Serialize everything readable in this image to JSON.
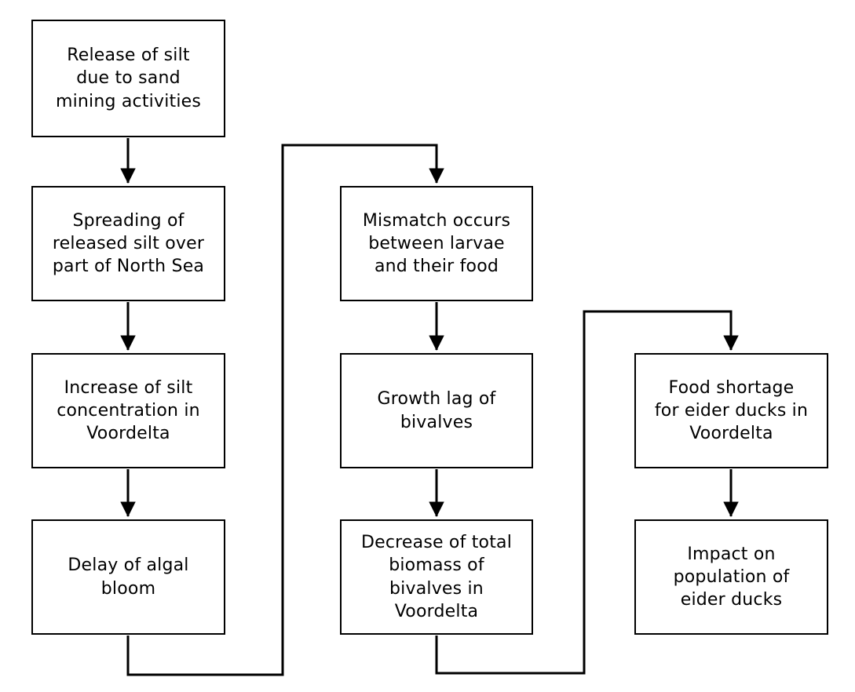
{
  "diagram": {
    "type": "flowchart",
    "background_color": "#ffffff",
    "node_fill_color": "#ffffff",
    "node_border_color": "#000000",
    "arrow_color": "#000000",
    "nodes": [
      {
        "id": "release-silt",
        "label": "Release of silt\ndue to sand\nmining activities"
      },
      {
        "id": "spreading-silt",
        "label": "Spreading of\nreleased silt over\npart of North Sea"
      },
      {
        "id": "increase-silt-concentration",
        "label": "Increase of silt\nconcentration in\nVoordelta"
      },
      {
        "id": "delay-algal-bloom",
        "label": "Delay of algal\nbloom"
      },
      {
        "id": "mismatch-larvae-food",
        "label": "Mismatch occurs\nbetween larvae\nand their food"
      },
      {
        "id": "growth-lag-bivalves",
        "label": "Growth lag of\nbivalves"
      },
      {
        "id": "decrease-biomass-bivalves",
        "label": "Decrease of total\nbiomass of\nbivalves in\nVoordelta"
      },
      {
        "id": "food-shortage-eider-ducks",
        "label": "Food shortage\nfor eider ducks in\nVoordelta"
      },
      {
        "id": "impact-eider-duck-population",
        "label": "Impact on\npopulation of\neider ducks"
      }
    ],
    "edges": [
      {
        "from": "release-silt",
        "to": "spreading-silt"
      },
      {
        "from": "spreading-silt",
        "to": "increase-silt-concentration"
      },
      {
        "from": "increase-silt-concentration",
        "to": "delay-algal-bloom"
      },
      {
        "from": "delay-algal-bloom",
        "to": "mismatch-larvae-food"
      },
      {
        "from": "mismatch-larvae-food",
        "to": "growth-lag-bivalves"
      },
      {
        "from": "growth-lag-bivalves",
        "to": "decrease-biomass-bivalves"
      },
      {
        "from": "decrease-biomass-bivalves",
        "to": "food-shortage-eider-ducks"
      },
      {
        "from": "food-shortage-eider-ducks",
        "to": "impact-eider-duck-population"
      }
    ]
  }
}
